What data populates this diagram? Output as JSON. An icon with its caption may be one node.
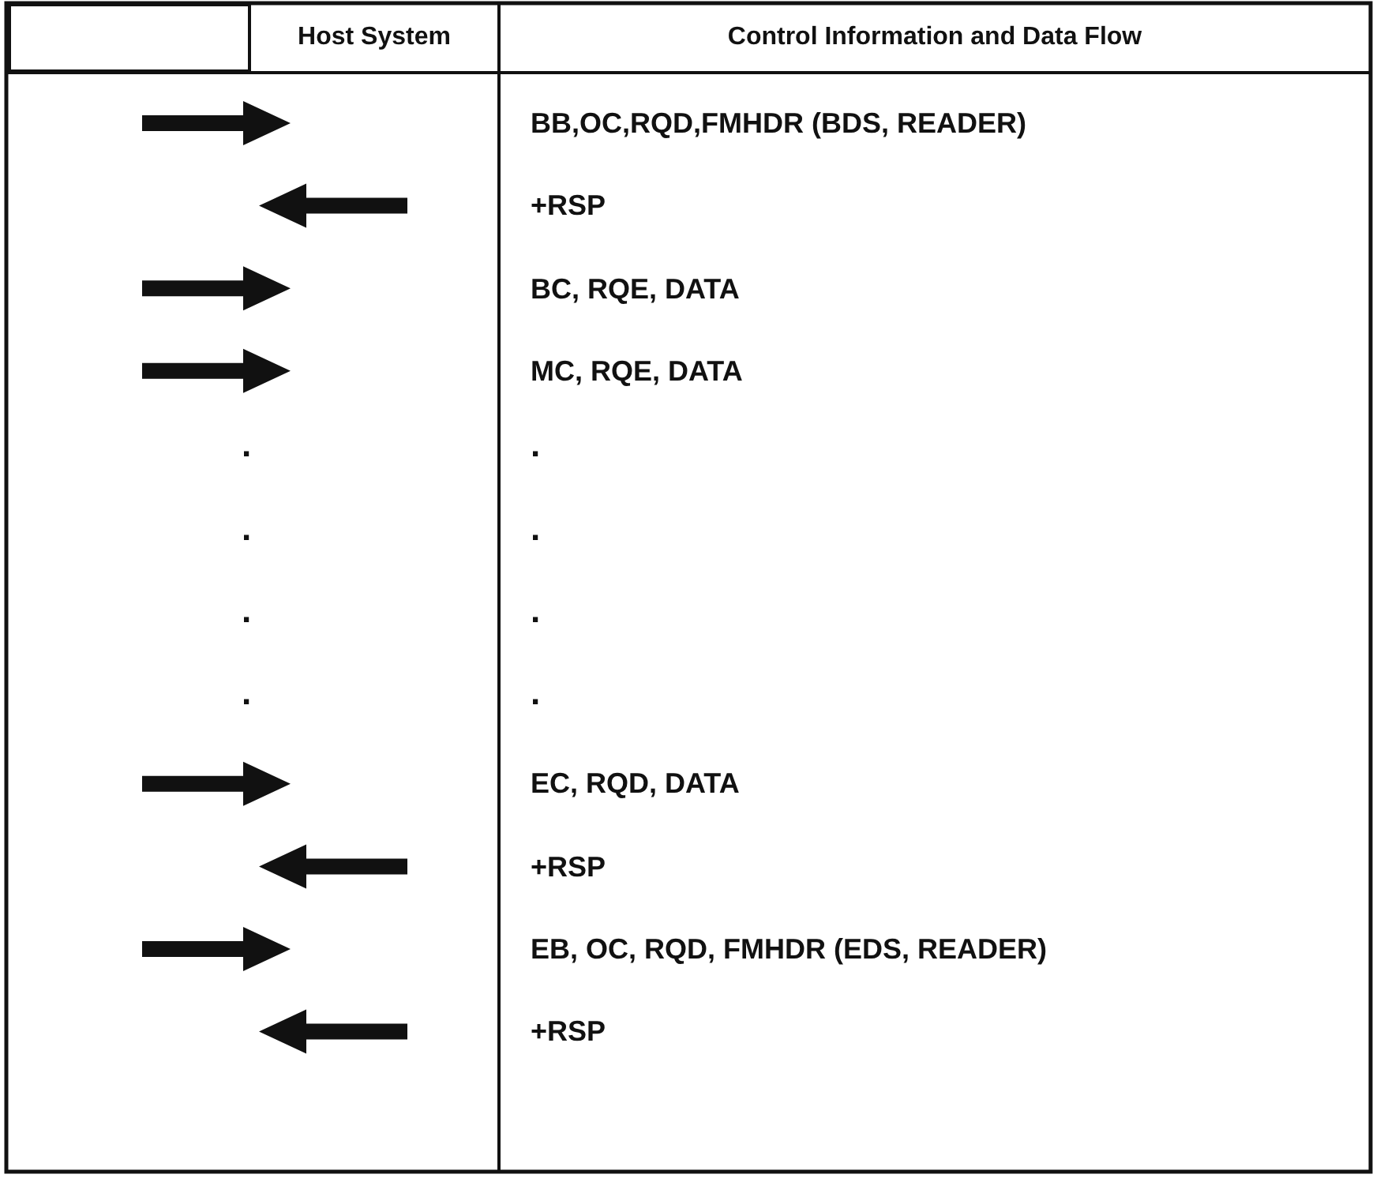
{
  "diagram": {
    "nodes": [
      {
        "text": [],
        "shape": "box"
      },
      {
        "text": [
          "Host System"
        ]
      },
      {
        "text": [
          "Control Information and Data Flow"
        ]
      },
      {
        "text": [],
        "shape": "right-arrow"
      },
      {
        "text": [],
        "shape": "left-arrow"
      },
      {
        "text": [],
        "shape": "right-arrow"
      },
      {
        "text": [],
        "shape": "right-arrow"
      },
      {
        "text": [],
        "shape": "right-arrow"
      },
      {
        "text": [],
        "shape": "left-arrow"
      },
      {
        "text": [],
        "shape": "right-arrow"
      },
      {
        "text": [],
        "shape": "left-arrow"
      }
    ],
    "labels": [
      "BB,OC,RQD,FMHDR (BDS, READER)",
      "+RSP",
      "BC, RQE, DATA",
      "MC, RQE, DATA",
      ".",
      ".",
      ".",
      ".",
      ".",
      ".",
      ".",
      ".",
      "EC, RQD, DATA",
      "+RSP",
      "EB, OC, RQD, FMHDR (EDS, READER)",
      "+RSP"
    ]
  }
}
